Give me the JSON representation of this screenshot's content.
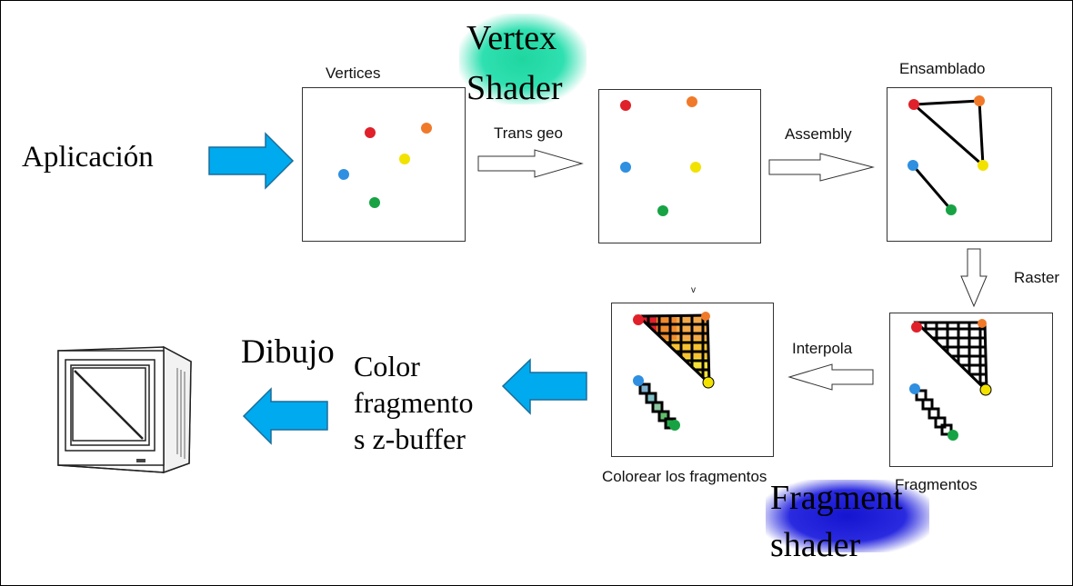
{
  "labels": {
    "aplicacion": "Aplicación",
    "vertex_shader_line1": "Vertex",
    "vertex_shader_line2": "Shader",
    "vertices": "Vertices",
    "trans_geo": "Trans geo",
    "assembly": "Assembly",
    "ensamblado": "Ensamblado",
    "raster": "Raster",
    "interpola": "Interpola",
    "fragmentos": "Fragmentos",
    "colorear": "Colorear los fragmentos",
    "tiny_mark": "v",
    "dibujo": "Dibujo",
    "color_line1": "Color",
    "color_line2": "fragmento",
    "color_line3": "s z-buffer",
    "fragment_shader_line1": "Fragment",
    "fragment_shader_line2": "shader"
  },
  "colors": {
    "arrow_blue": "#00aaee",
    "red": "#e0202a",
    "orange": "#f07a2a",
    "yellow": "#f2e200",
    "blue": "#2f8fe0",
    "green": "#17a344",
    "vertex_shader_glow": "#2fe0b0",
    "fragment_shader_glow": "#2222dd"
  },
  "icons": [
    "monitor-icon",
    "right-arrow-icon",
    "left-arrow-icon",
    "down-arrow-icon"
  ]
}
